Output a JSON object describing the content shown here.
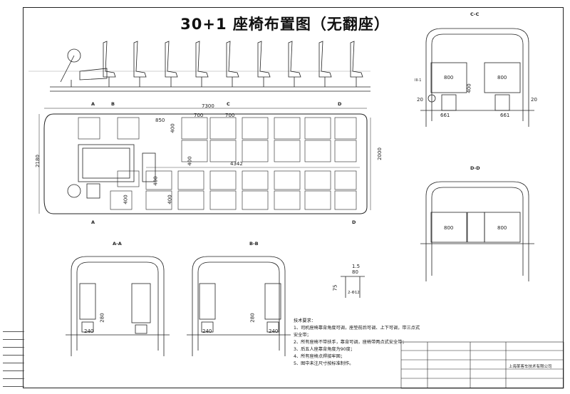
{
  "title": "30+1 座椅布置图（无翻座）",
  "plan": {
    "section_marks": [
      "A",
      "B",
      "C",
      "D",
      "A",
      "D"
    ],
    "dims": {
      "length": "7300",
      "width": "2180",
      "inner_width": "2000",
      "aisle": "4342",
      "d850": "850",
      "d400a": "400",
      "d700a": "700",
      "d700b": "700",
      "d400b": "400",
      "d400c": "400",
      "d400d": "400",
      "d400e": "400"
    }
  },
  "views": {
    "cc": {
      "label": "C-C",
      "d800a": "800",
      "d800b": "800",
      "d400": "400",
      "d20a": "20",
      "d20b": "20",
      "d661a": "661",
      "d661b": "661",
      "detail": "III-1"
    },
    "dd_right": {
      "label": "D-D",
      "d800a": "800",
      "d800b": "800"
    },
    "aa": {
      "label": "A-A",
      "d240": "240",
      "d280": "280"
    },
    "bb": {
      "label": "B-B",
      "d240a": "240",
      "d280": "280",
      "d240b": "240"
    },
    "detail": {
      "d1_5": "1.5",
      "d80": "80",
      "d75": "75",
      "d_phi": "2-Φ12"
    }
  },
  "notes": {
    "heading": "技术要求：",
    "lines": [
      "1、司机座椅靠背角度可调，座垫前后可调、上下可调，带三点式",
      "   安全带；",
      "2、所有座椅不带扶手，靠背可调，座椅带两点式安全带；",
      "3、后五人座靠背角度为90度；",
      "4、所有座椅点焊接牢固；",
      "5、图中未注尺寸按标准制作。"
    ]
  },
  "titleblock": {
    "company": "上海某客车技术有限公司"
  }
}
